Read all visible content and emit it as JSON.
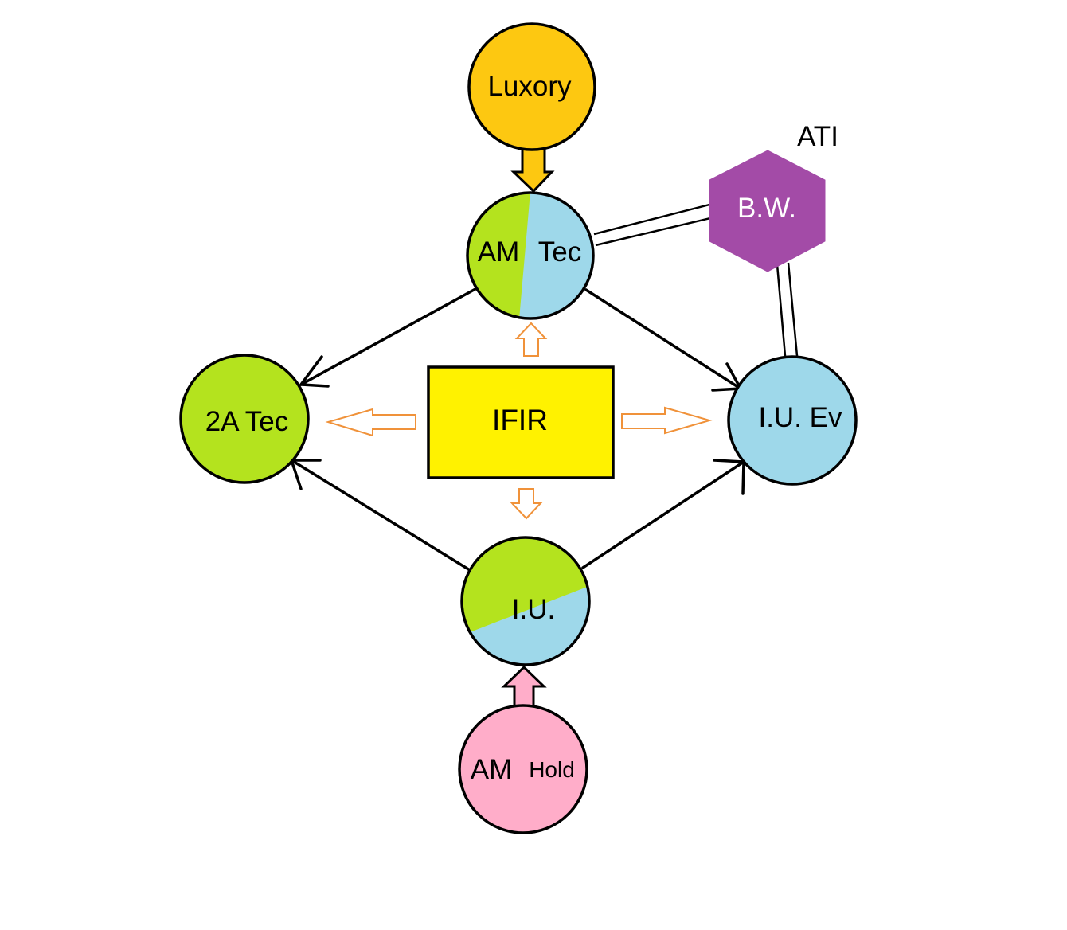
{
  "diagram": {
    "nodes": {
      "luxory": {
        "label": "Luxory",
        "color": "#fdc811"
      },
      "am_tec": {
        "label_a": "AM",
        "label_b": "Tec",
        "color_left": "#b4e31e",
        "color_right": "#9ed8ea"
      },
      "two_a_tec": {
        "label": "2A Tec",
        "color": "#b4e31e"
      },
      "ifir": {
        "label": "IFIR",
        "color": "#fff200"
      },
      "iu_ev": {
        "label": "I.U. Ev",
        "color": "#9ed8ea"
      },
      "iu": {
        "label": "I.U.",
        "color_top": "#b4e31e",
        "color_bottom": "#9ed8ea"
      },
      "am_hold": {
        "label_a": "AM",
        "label_b": "Hold",
        "color": "#ffadc9"
      },
      "bw": {
        "label": "B.W.",
        "color": "#a34ba7"
      }
    },
    "ati_label": "ATI",
    "colors": {
      "outline": "#000000",
      "hollow_arrow": "#f0923a",
      "luxory_arrow": "#fdc811",
      "hold_arrow": "#ffadc9"
    }
  }
}
